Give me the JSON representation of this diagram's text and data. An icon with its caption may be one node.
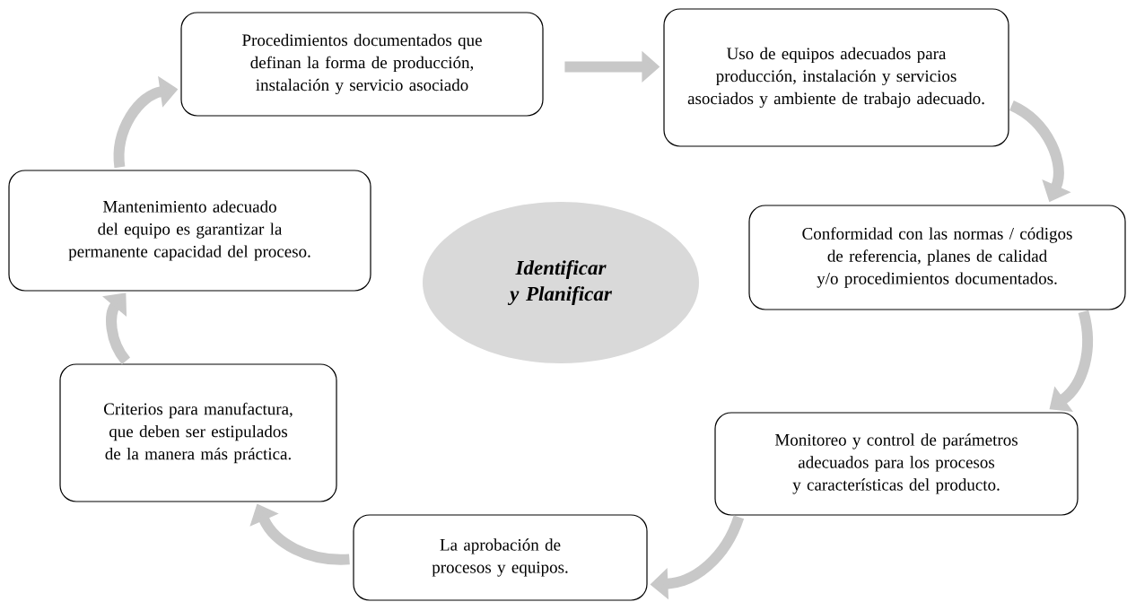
{
  "diagram": {
    "nodes": [
      {
        "text": [
          "Procedimientos documentados que definan la forma de producción, instalación y servicio asociado"
        ]
      },
      {
        "text": [
          "Uso de equipos adecuados para producción, instalación y servicios asociados y ambiente de trabajo adecuado."
        ]
      },
      {
        "text": [
          "Conformidad con las normas / códigos de referencia, planes de calidad y/o procedimientos documentados."
        ]
      },
      {
        "text": [
          "Monitoreo y control de parámetros adecuados para los procesos y características del producto."
        ]
      },
      {
        "text": [
          "La aprobación de procesos y equipos."
        ]
      },
      {
        "text": [
          "Criterios para manufactura, que deben ser estipulados de la manera más práctica."
        ]
      },
      {
        "text": [
          "Mantenimiento adecuado del equipo es garantizar la permanente capacidad del proceso."
        ]
      },
      {
        "text": [
          "Identificar y Planificar"
        ]
      }
    ],
    "edges": [
      {
        "from": 6,
        "to": 0,
        "arrow": "to"
      },
      {
        "from": 0,
        "to": 1,
        "arrow": "to"
      },
      {
        "from": 1,
        "to": 2,
        "arrow": "to"
      },
      {
        "from": 2,
        "to": 3,
        "arrow": "to"
      },
      {
        "from": 3,
        "to": 4,
        "arrow": "to"
      },
      {
        "from": 4,
        "to": 5,
        "arrow": "to"
      },
      {
        "from": 5,
        "to": 6,
        "arrow": "to"
      }
    ]
  }
}
